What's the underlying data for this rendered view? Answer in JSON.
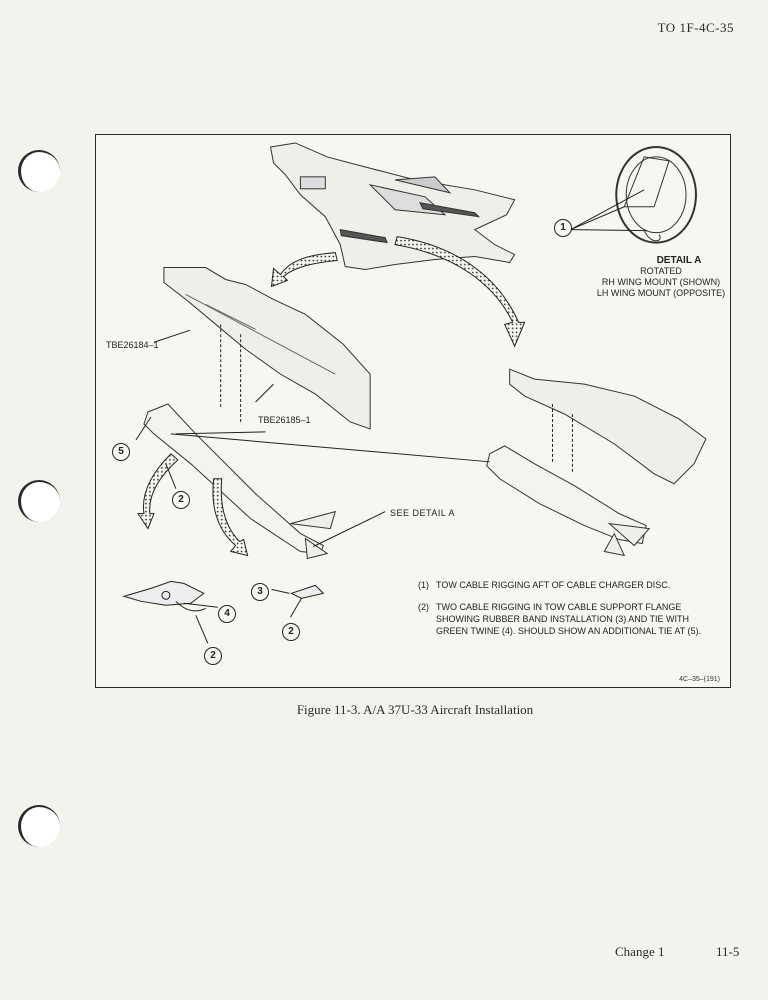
{
  "header": {
    "doc_id": "TO 1F-4C-35"
  },
  "figure": {
    "detail": {
      "title": "DETAIL A",
      "lines": [
        "ROTATED",
        "RH WING MOUNT (SHOWN)",
        "LH WING MOUNT (OPPOSITE)"
      ]
    },
    "labels": {
      "part_a": "TBE26184–1",
      "part_b": "TBE26185–1",
      "see_detail": "SEE DETAIL A"
    },
    "callouts": [
      "1",
      "5",
      "2",
      "3",
      "2",
      "4",
      "2"
    ],
    "notes": [
      {
        "num": "(1)",
        "text": "TOW CABLE RIGGING AFT OF CABLE CHARGER DISC."
      },
      {
        "num": "(2)",
        "text": "TWO CABLE RIGGING IN TOW CABLE SUPPORT FLANGE SHOWING RUBBER BAND INSTALLATION (3) AND TIE WITH GREEN TWINE (4). SHOULD SHOW AN ADDITIONAL TIE AT (5)."
      }
    ],
    "code": "4C–35–(191)",
    "caption": "Figure 11-3.  A/A 37U-33 Aircraft Installation"
  },
  "footer": {
    "change": "Change 1",
    "page": "11-5"
  }
}
